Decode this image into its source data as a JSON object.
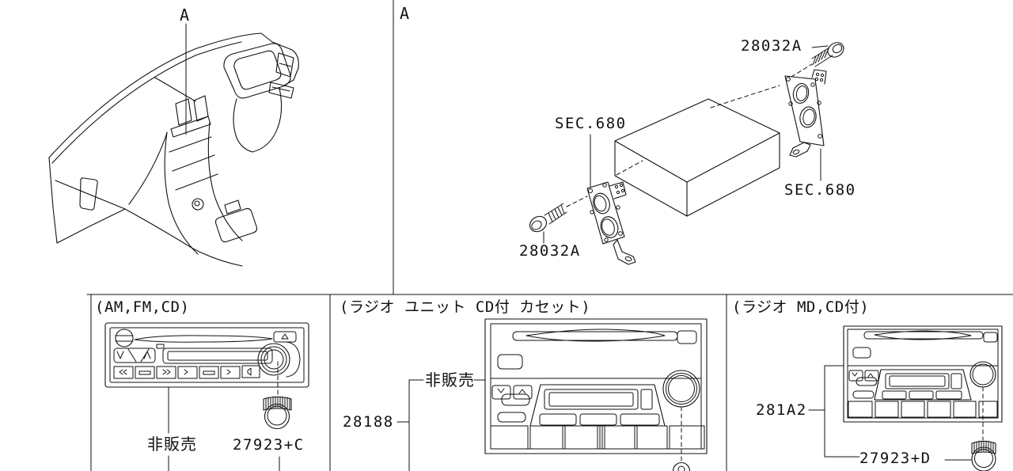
{
  "document": {
    "background_color": "#ffffff",
    "line_color": "#111111"
  },
  "sections": {
    "dashboard_view": {
      "callout": "A"
    },
    "exploded_view": {
      "callout": "A",
      "screw_label_top": "28032A",
      "screw_label_bottom": "28032A",
      "bracket_ref_left": "SEC.680",
      "bracket_ref_right": "SEC.680"
    },
    "panels": [
      {
        "title": "(AM,FM,CD)",
        "not_sold_label": "非販売",
        "knob_part_no": "27923+C"
      },
      {
        "title": "(ラジオ ユニット CD付 カセット)",
        "not_sold_label": "非販売",
        "unit_part_no": "28188"
      },
      {
        "title": "(ラジオ MD,CD付)",
        "unit_part_no": "281A2",
        "knob_part_no": "27923+D"
      }
    ]
  }
}
